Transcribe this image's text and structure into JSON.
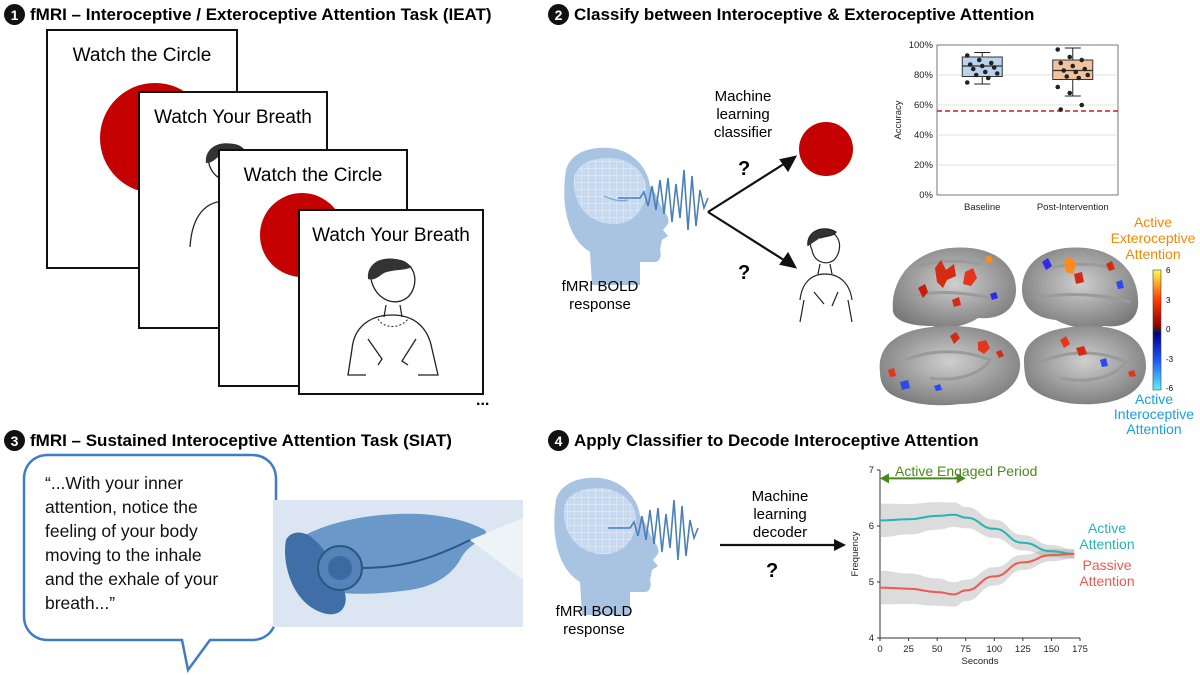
{
  "panel1": {
    "badge": "1",
    "title": "fMRI – Interoceptive / Exteroceptive Attention Task (IEAT)",
    "cards": [
      "Watch the Circle",
      "Watch Your Breath",
      "Watch the Circle",
      "Watch Your Breath"
    ],
    "ellipsis": "..."
  },
  "panel2": {
    "badge": "2",
    "title": "Classify between Interoceptive & Exteroceptive Attention",
    "classifier_label": [
      "Machine",
      "learning",
      "classifier"
    ],
    "bold_label": [
      "fMRI BOLD",
      "response"
    ],
    "question_mark": "?",
    "extero_label": [
      "Active",
      "Exteroceptive",
      "Attention"
    ],
    "intero_label": [
      "Active",
      "Interoceptive",
      "Attention"
    ],
    "colorbar_ticks": [
      "6",
      "3",
      "0",
      "-3",
      "-6"
    ],
    "colors": {
      "extero": "#f08a00",
      "intero": "#1aa0dd",
      "chance": "#d11a1a",
      "circle": "#c40000"
    }
  },
  "panel3": {
    "badge": "3",
    "title": "fMRI – Sustained Interoceptive Attention Task (SIAT)",
    "speech": [
      "“...With your inner",
      "attention, notice the",
      "feeling of your body",
      "moving to the inhale",
      "and the exhale of your",
      "breath...”"
    ]
  },
  "panel4": {
    "badge": "4",
    "title": "Apply Classifier to Decode Interoceptive Attention",
    "decoder_label": [
      "Machine",
      "learning",
      "decoder"
    ],
    "bold_label": [
      "fMRI BOLD",
      "response"
    ],
    "question_mark": "?",
    "engaged_label": "Active Engaged Period",
    "active_label": [
      "Active",
      "Attention"
    ],
    "passive_label": [
      "Passive",
      "Attention"
    ],
    "colors": {
      "active": "#26b5b5",
      "passive": "#ee5a4e",
      "engaged": "#4a8a1c"
    }
  },
  "chart_data": [
    {
      "type": "box",
      "categories": [
        "Baseline",
        "Post-Intervention"
      ],
      "ylabel": "Accuracy",
      "ylim": [
        0,
        100
      ],
      "yticks": [
        "0%",
        "20%",
        "40%",
        "60%",
        "80%",
        "100%"
      ],
      "chance_level": 56,
      "grid": true,
      "series": [
        {
          "values": [
            93,
            90,
            88,
            87,
            86,
            85,
            84,
            82,
            81,
            80,
            78,
            75
          ],
          "q1": 79,
          "median": 86,
          "q3": 92,
          "whisker_low": 74,
          "whisker_high": 95,
          "color": "#b9d3ee"
        },
        {
          "values": [
            97,
            92,
            90,
            88,
            86,
            84,
            83,
            82,
            80,
            79,
            78,
            72,
            68,
            60,
            57
          ],
          "q1": 77,
          "median": 83,
          "q3": 90,
          "whisker_low": 66,
          "whisker_high": 98,
          "color": "#f2c29d"
        }
      ]
    },
    {
      "type": "line",
      "xlabel": "Seconds",
      "ylabel": "Frequency",
      "xlim": [
        0,
        175
      ],
      "ylim": [
        4,
        7
      ],
      "xticks": [
        0,
        25,
        50,
        75,
        100,
        125,
        150,
        175
      ],
      "yticks": [
        4,
        5,
        6,
        7
      ],
      "series": [
        {
          "x": [
            0,
            25,
            50,
            65,
            75,
            100,
            125,
            150,
            170
          ],
          "y": [
            6.1,
            6.12,
            6.18,
            6.2,
            6.15,
            5.95,
            5.7,
            5.55,
            5.5
          ],
          "band": 0.3
        },
        {
          "x": [
            0,
            25,
            50,
            65,
            75,
            100,
            125,
            150,
            170
          ],
          "y": [
            4.9,
            4.88,
            4.82,
            4.78,
            4.85,
            5.1,
            5.35,
            5.48,
            5.5
          ],
          "band": 0.3
        }
      ]
    }
  ]
}
